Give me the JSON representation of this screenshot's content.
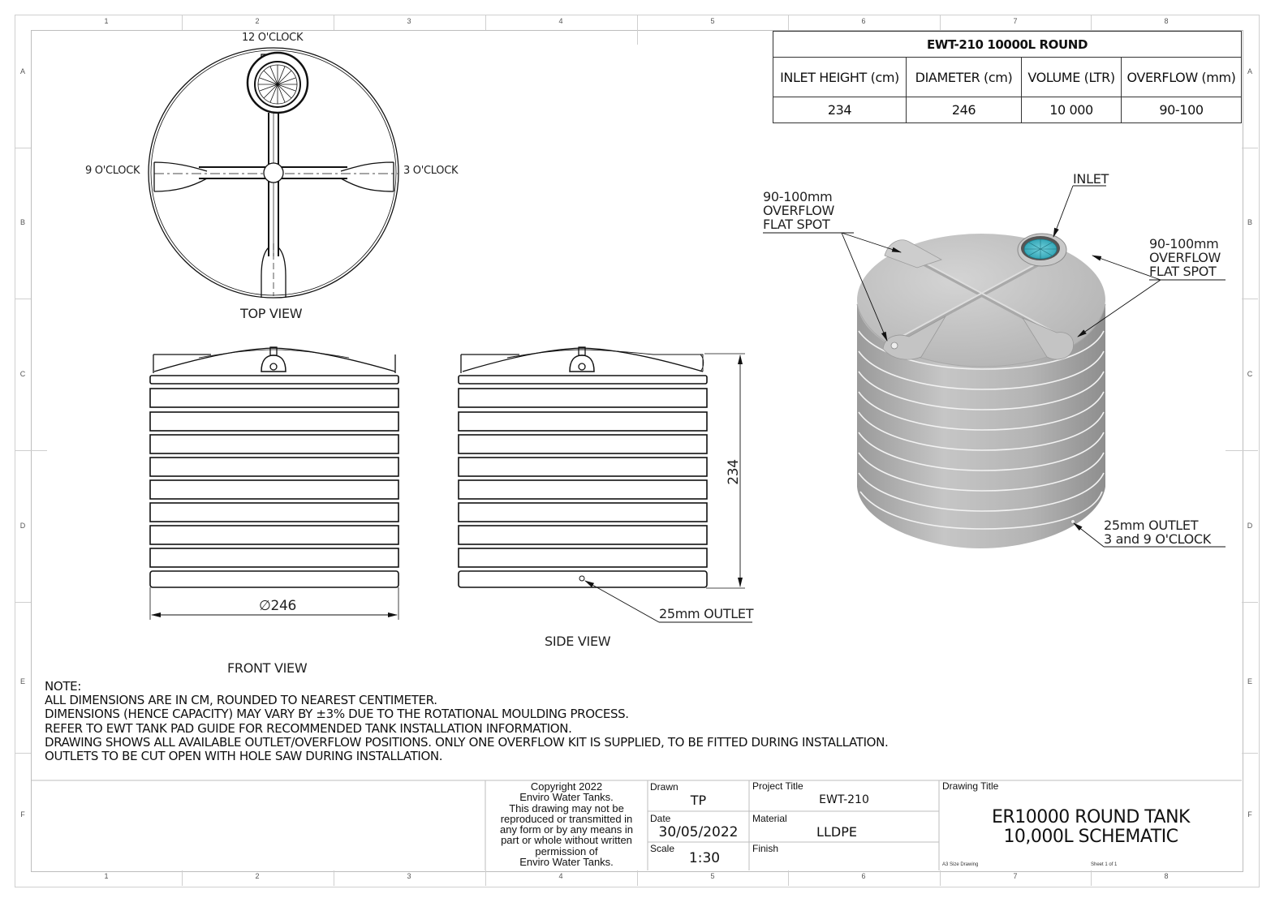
{
  "sheet": {
    "zone_columns": [
      "1",
      "2",
      "3",
      "4",
      "5",
      "6",
      "7",
      "8"
    ],
    "zone_rows": [
      "A",
      "B",
      "C",
      "D",
      "E",
      "F"
    ]
  },
  "spec_table": {
    "title": "EWT-210 10000L ROUND",
    "headers": [
      "INLET HEIGHT (cm)",
      "DIAMETER (cm)",
      "VOLUME (LTR)",
      "OVERFLOW (mm)"
    ],
    "values": [
      "234",
      "246",
      "10 000",
      "90-100"
    ]
  },
  "top_view": {
    "label": "TOP VIEW",
    "positions": {
      "twelve": "12 O'CLOCK",
      "nine": "9 O'CLOCK",
      "three": "3 O'CLOCK"
    }
  },
  "front_view": {
    "label": "FRONT VIEW",
    "diameter_dim": "246",
    "diameter_symbol": "∅"
  },
  "side_view": {
    "label": "SIDE VIEW",
    "height_dim": "234",
    "outlet_callout": "25mm OUTLET"
  },
  "iso_view": {
    "inlet_callout": "INLET",
    "overflow_left": [
      "90-100mm",
      "OVERFLOW",
      "FLAT SPOT"
    ],
    "overflow_right": [
      "90-100mm",
      "OVERFLOW",
      "FLAT SPOT"
    ],
    "outlet_callout": [
      "25mm OUTLET",
      "3 and 9 O'CLOCK"
    ],
    "colors": {
      "tank_body": "#b9b9b9",
      "tank_top": "#c8c8c8",
      "inlet_mesh": "#3fb6c6"
    }
  },
  "notes": {
    "heading": "NOTE:",
    "lines": [
      "ALL DIMENSIONS ARE IN CM, ROUNDED TO NEAREST CENTIMETER.",
      "DIMENSIONS (HENCE CAPACITY) MAY VARY BY ±3% DUE TO THE ROTATIONAL MOULDING PROCESS.",
      "REFER TO EWT TANK PAD GUIDE FOR RECOMMENDED TANK INSTALLATION INFORMATION.",
      "DRAWING SHOWS ALL AVAILABLE OUTLET/OVERFLOW POSITIONS. ONLY ONE OVERFLOW KIT IS SUPPLIED, TO BE FITTED DURING INSTALLATION.",
      "OUTLETS TO BE CUT OPEN WITH HOLE SAW DURING INSTALLATION."
    ]
  },
  "title_block": {
    "copyright": [
      "Copyright 2022",
      "Enviro Water Tanks.",
      "This drawing may not be",
      "reproduced or transmitted in",
      "any form or by any means in",
      "part or whole without written",
      "permission of",
      "Enviro Water Tanks."
    ],
    "drawn_label": "Drawn",
    "drawn_value": "TP",
    "date_label": "Date",
    "date_value": "30/05/2022",
    "scale_label": "Scale",
    "scale_value": "1:30",
    "project_title_label": "Project Title",
    "project_title_value": "EWT-210",
    "material_label": "Material",
    "material_value": "LLDPE",
    "finish_label": "Finish",
    "finish_value": "",
    "drawing_title_label": "Drawing Title",
    "drawing_title_lines": [
      "ER10000 ROUND TANK",
      "10,000L SCHEMATIC"
    ],
    "size_note": "A3 Size Drawing",
    "sheet_note": "Sheet 1 of 1"
  }
}
